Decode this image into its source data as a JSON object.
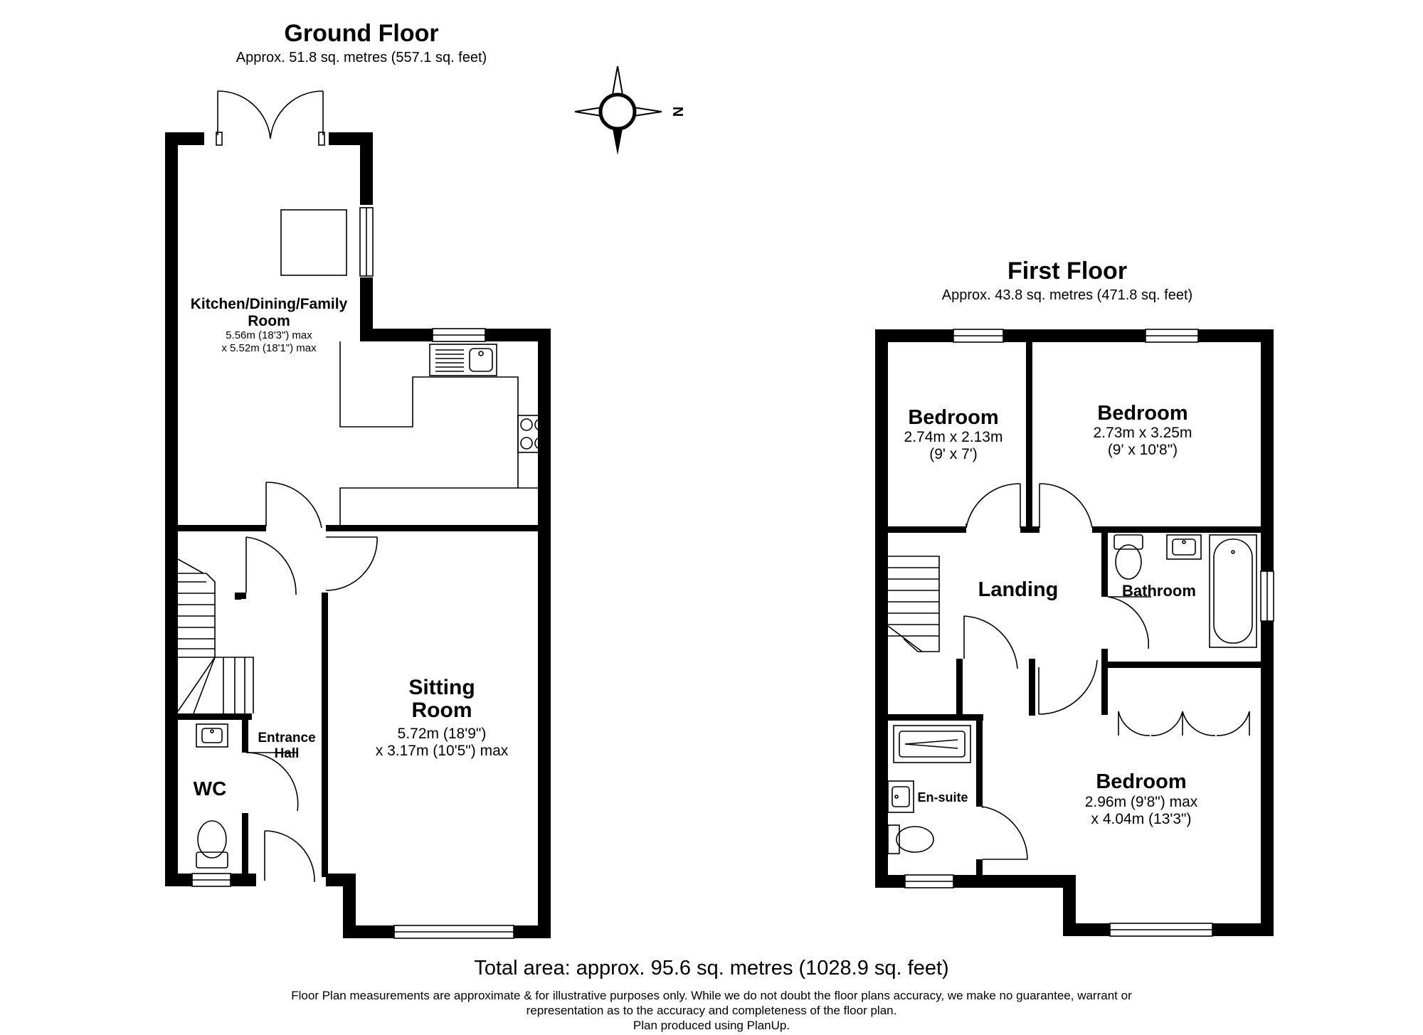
{
  "ground_floor": {
    "title": "Ground Floor",
    "area": "Approx. 51.8 sq. metres (557.1 sq. feet)",
    "rooms": {
      "kitchen": {
        "name_line1": "Kitchen/Dining/Family",
        "name_line2": "Room",
        "dim_line1": "5.56m (18'3\") max",
        "dim_line2": "x 5.52m (18'1\") max"
      },
      "sitting": {
        "name_line1": "Sitting",
        "name_line2": "Room",
        "dim_line1": "5.72m (18'9\")",
        "dim_line2": "x 3.17m (10'5\") max"
      },
      "entrance": {
        "name_line1": "Entrance",
        "name_line2": "Hall"
      },
      "wc": {
        "name": "WC"
      }
    }
  },
  "first_floor": {
    "title": "First Floor",
    "area": "Approx. 43.8 sq. metres (471.8 sq. feet)",
    "rooms": {
      "bedroom_small": {
        "name": "Bedroom",
        "dim_line1": "2.74m x 2.13m",
        "dim_line2": "(9' x 7')"
      },
      "bedroom_mid": {
        "name": "Bedroom",
        "dim_line1": "2.73m x 3.25m",
        "dim_line2": "(9' x 10'8\")"
      },
      "bedroom_main": {
        "name": "Bedroom",
        "dim_line1": "2.96m (9'8\") max",
        "dim_line2": "x 4.04m (13'3\")"
      },
      "landing": {
        "name": "Landing"
      },
      "bathroom": {
        "name": "Bathroom"
      },
      "ensuite": {
        "name": "En-suite"
      }
    }
  },
  "compass": {
    "label": "N",
    "icon": "compass-rose-icon"
  },
  "footer": {
    "total": "Total area: approx. 95.6 sq. metres (1028.9 sq. feet)",
    "disclaimer_line1": "Floor Plan measurements are approximate & for illustrative purposes only. While we do not doubt the floor plans accuracy, we make no guarantee, warrant or",
    "disclaimer_line2": "representation as to the accuracy and completeness of the floor plan.",
    "disclaimer_line3": "Plan produced using PlanUp."
  }
}
